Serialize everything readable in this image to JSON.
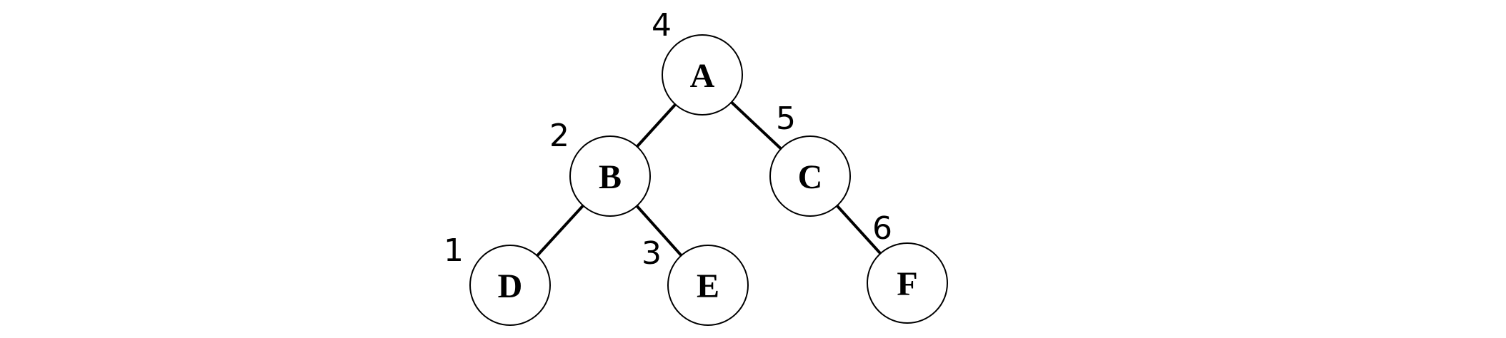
{
  "diagram": {
    "type": "binary-tree",
    "background_color": "#ffffff",
    "node_fill_color": "#ffffff",
    "node_stroke_color": "#000000",
    "edge_color": "#000000",
    "text_color": "#000000",
    "nodes": [
      {
        "id": "A",
        "label": "A",
        "order_label": "4"
      },
      {
        "id": "B",
        "label": "B",
        "order_label": "2"
      },
      {
        "id": "C",
        "label": "C",
        "order_label": "5"
      },
      {
        "id": "D",
        "label": "D",
        "order_label": "1"
      },
      {
        "id": "E",
        "label": "E",
        "order_label": "3"
      },
      {
        "id": "F",
        "label": "F",
        "order_label": "6"
      }
    ],
    "edges": [
      {
        "from": "A",
        "to": "B"
      },
      {
        "from": "A",
        "to": "C"
      },
      {
        "from": "B",
        "to": "D"
      },
      {
        "from": "B",
        "to": "E"
      },
      {
        "from": "C",
        "to": "F"
      }
    ]
  }
}
